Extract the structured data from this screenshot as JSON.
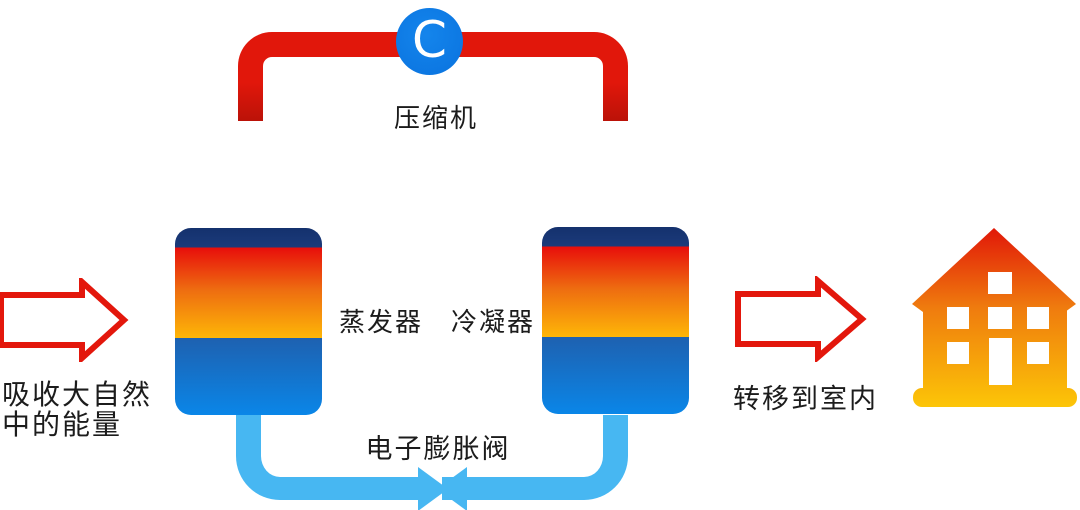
{
  "diagram": {
    "type": "heat-pump-cycle",
    "labels": {
      "compressor": "压缩机",
      "compressor_symbol": "C",
      "evaporator": "蒸发器",
      "condenser": "冷凝器",
      "expansion_valve": "电子膨胀阀",
      "absorb_line1": "吸收大自然",
      "absorb_line2": "中的能量",
      "transfer_indoor": "转移到室内"
    },
    "colors": {
      "hot_pipe_red": "#e1170b",
      "cold_pipe_light_blue": "#47b7f2",
      "compressor_circle_blue": "#0d7ce8",
      "block_navy_band": "#14316d",
      "block_hot_red": "#e80f0b",
      "block_hot_yellow": "#feb607",
      "block_cold_blue_top": "#1e61b0",
      "block_cold_blue_bottom": "#0a86e8",
      "outline_arrow_red": "#e3170c",
      "house_gradient_top": "#e01008",
      "house_gradient_bottom": "#fdc907",
      "text": "#1c1c1c"
    }
  }
}
